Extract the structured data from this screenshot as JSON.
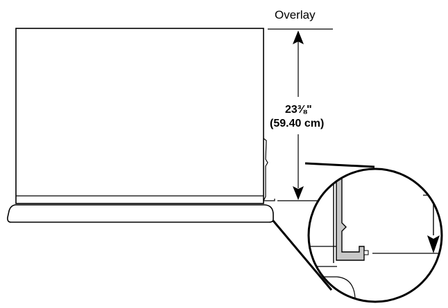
{
  "labels": {
    "overlay": "Overlay",
    "dimension_in_whole": "23",
    "dimension_in_fraction": "⅜",
    "dimension_in_unit": "\"",
    "dimension_cm": "(59.40 cm)"
  },
  "colors": {
    "line": "#000000",
    "panel_fill": "#ffffff",
    "bracket_fill": "#c8c8c8"
  }
}
